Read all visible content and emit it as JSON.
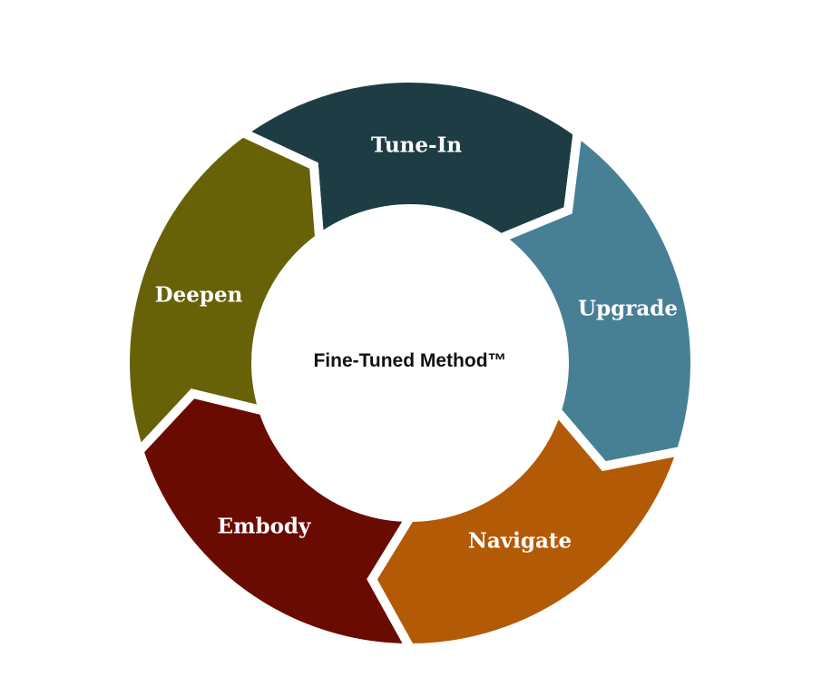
{
  "center_title": "Fine-Tuned Method™",
  "stages": [
    {
      "label": "Tune-In",
      "color": "#1d3c44"
    },
    {
      "label": "Upgrade",
      "color": "#477f94"
    },
    {
      "label": "Navigate",
      "color": "#b35a07"
    },
    {
      "label": "Embody",
      "color": "#6a0b02"
    },
    {
      "label": "Deepen",
      "color": "#676108"
    }
  ]
}
